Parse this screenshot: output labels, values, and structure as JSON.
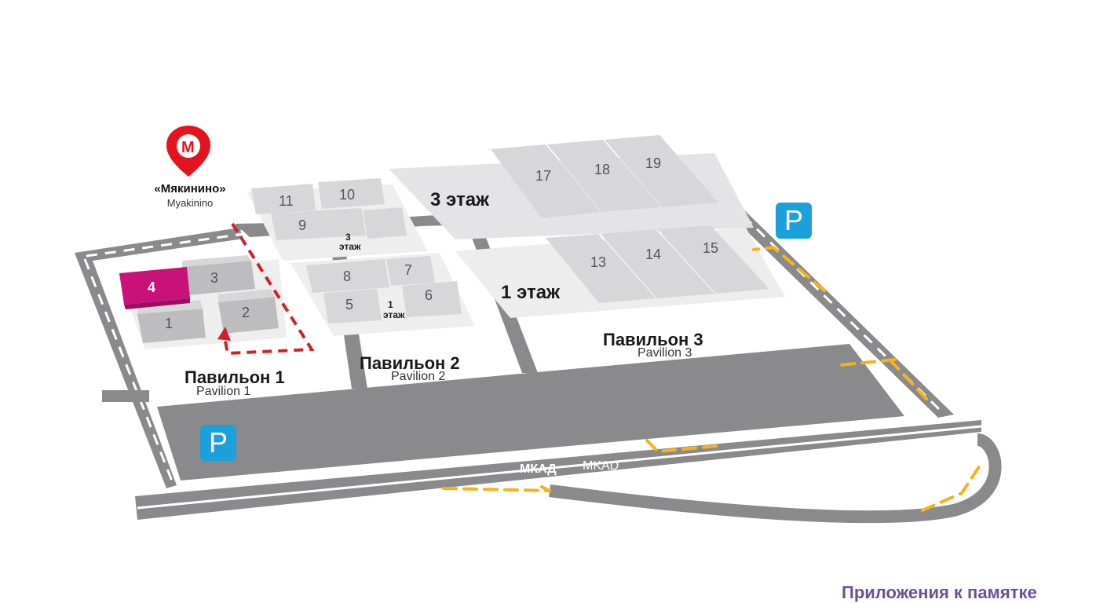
{
  "metro": {
    "name_ru": "«Мякинино»",
    "name_en": "Myakinino",
    "icon": "metro-m-icon",
    "letter": "M",
    "color": "#e3141c"
  },
  "parking": {
    "label": "P",
    "color": "#1aa1dc"
  },
  "highway": {
    "name_ru": "МКАД",
    "name_en": "MKAD"
  },
  "pavilions": [
    {
      "name_ru": "Павильон 1",
      "name_en": "Pavilion 1"
    },
    {
      "name_ru": "Павильон 2",
      "name_en": "Pavilion 2"
    },
    {
      "name_ru": "Павильон 3",
      "name_en": "Pavilion 3"
    }
  ],
  "halls": {
    "h1": "1",
    "h2": "2",
    "h3": "3",
    "h4": "4",
    "h5": "5",
    "h6": "6",
    "h7": "7",
    "h8": "8",
    "h9": "9",
    "h10": "10",
    "h11": "11",
    "h13": "13",
    "h14": "14",
    "h15": "15",
    "h17": "17",
    "h18": "18",
    "h19": "19"
  },
  "highlight_hall": {
    "number": "4",
    "color": "#c8127a"
  },
  "floors": {
    "p2_upper_num": "3",
    "p2_upper_word": "этаж",
    "p2_lower_num": "1",
    "p2_lower_word": "этаж",
    "p3_upper": "3 этаж",
    "p3_lower": "1 этаж"
  },
  "footer": {
    "text": "Приложения к памятке"
  },
  "colors": {
    "road": "#8a8a8c",
    "route_yellow": "#f5b21d",
    "route_red": "#d0202a"
  }
}
